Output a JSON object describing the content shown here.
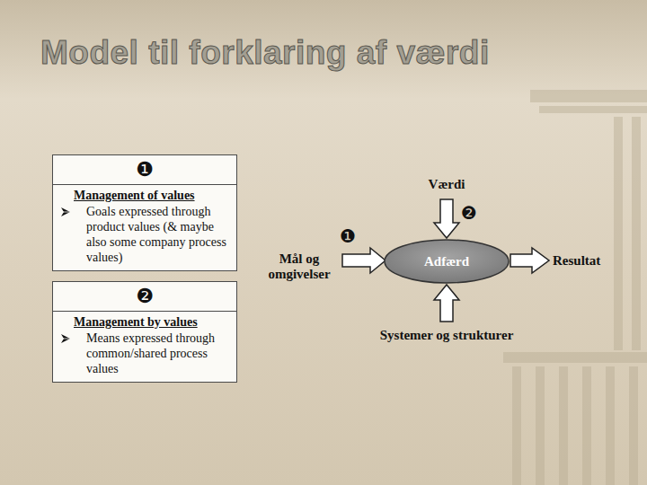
{
  "diagram": {
    "title": "Model til forklaring af værdi",
    "nodes": [
      {
        "text": [
          "❶",
          "Management of values",
          "Goals expressed through product values (& maybe also some company process values)"
        ]
      },
      {
        "text": [
          "❷",
          "Management by values",
          "Means expressed through common/shared process values"
        ]
      },
      {
        "text": [
          "Adfærd"
        ]
      }
    ],
    "labels": [
      "Værdi",
      "❷",
      "Mål og omgivelser",
      "❶",
      "Systemer og strukturer",
      "Resultat"
    ]
  }
}
